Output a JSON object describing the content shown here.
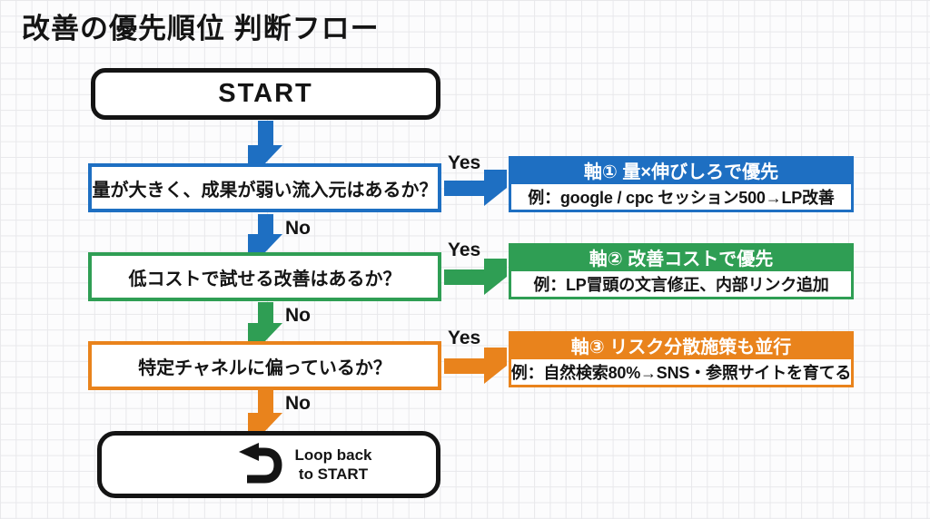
{
  "page": {
    "title": "改善の優先順位 判断フロー"
  },
  "colors": {
    "axis1_blue": "#1e6fc2",
    "axis2_green": "#2f9e54",
    "axis3_orange": "#e9831c",
    "outline_black": "#141414"
  },
  "flow": {
    "start_label": "START",
    "questions": [
      {
        "text": "量が大きく、成果が弱い流入元はあるか？",
        "yes_label": "Yes",
        "no_label": "No"
      },
      {
        "text": "低コストで試せる改善はあるか？",
        "yes_label": "Yes",
        "no_label": "No"
      },
      {
        "text": "特定チャネルに偏っているか？",
        "yes_label": "Yes",
        "no_label": "No"
      }
    ],
    "results": [
      {
        "header": "軸① 量×伸びしろで優先",
        "example": "例：google / cpc セッション500→LP改善"
      },
      {
        "header": "軸② 改善コストで優先",
        "example": "例：LP冒頭の文言修正、内部リンク追加"
      },
      {
        "header": "軸③ リスク分散施策も並行",
        "example": "例：自然検索80%→SNS・参照サイトを育てる"
      }
    ],
    "loop": {
      "line1": "Loop back",
      "line2": "to START",
      "icon": "loop-back-arrow-icon"
    }
  }
}
